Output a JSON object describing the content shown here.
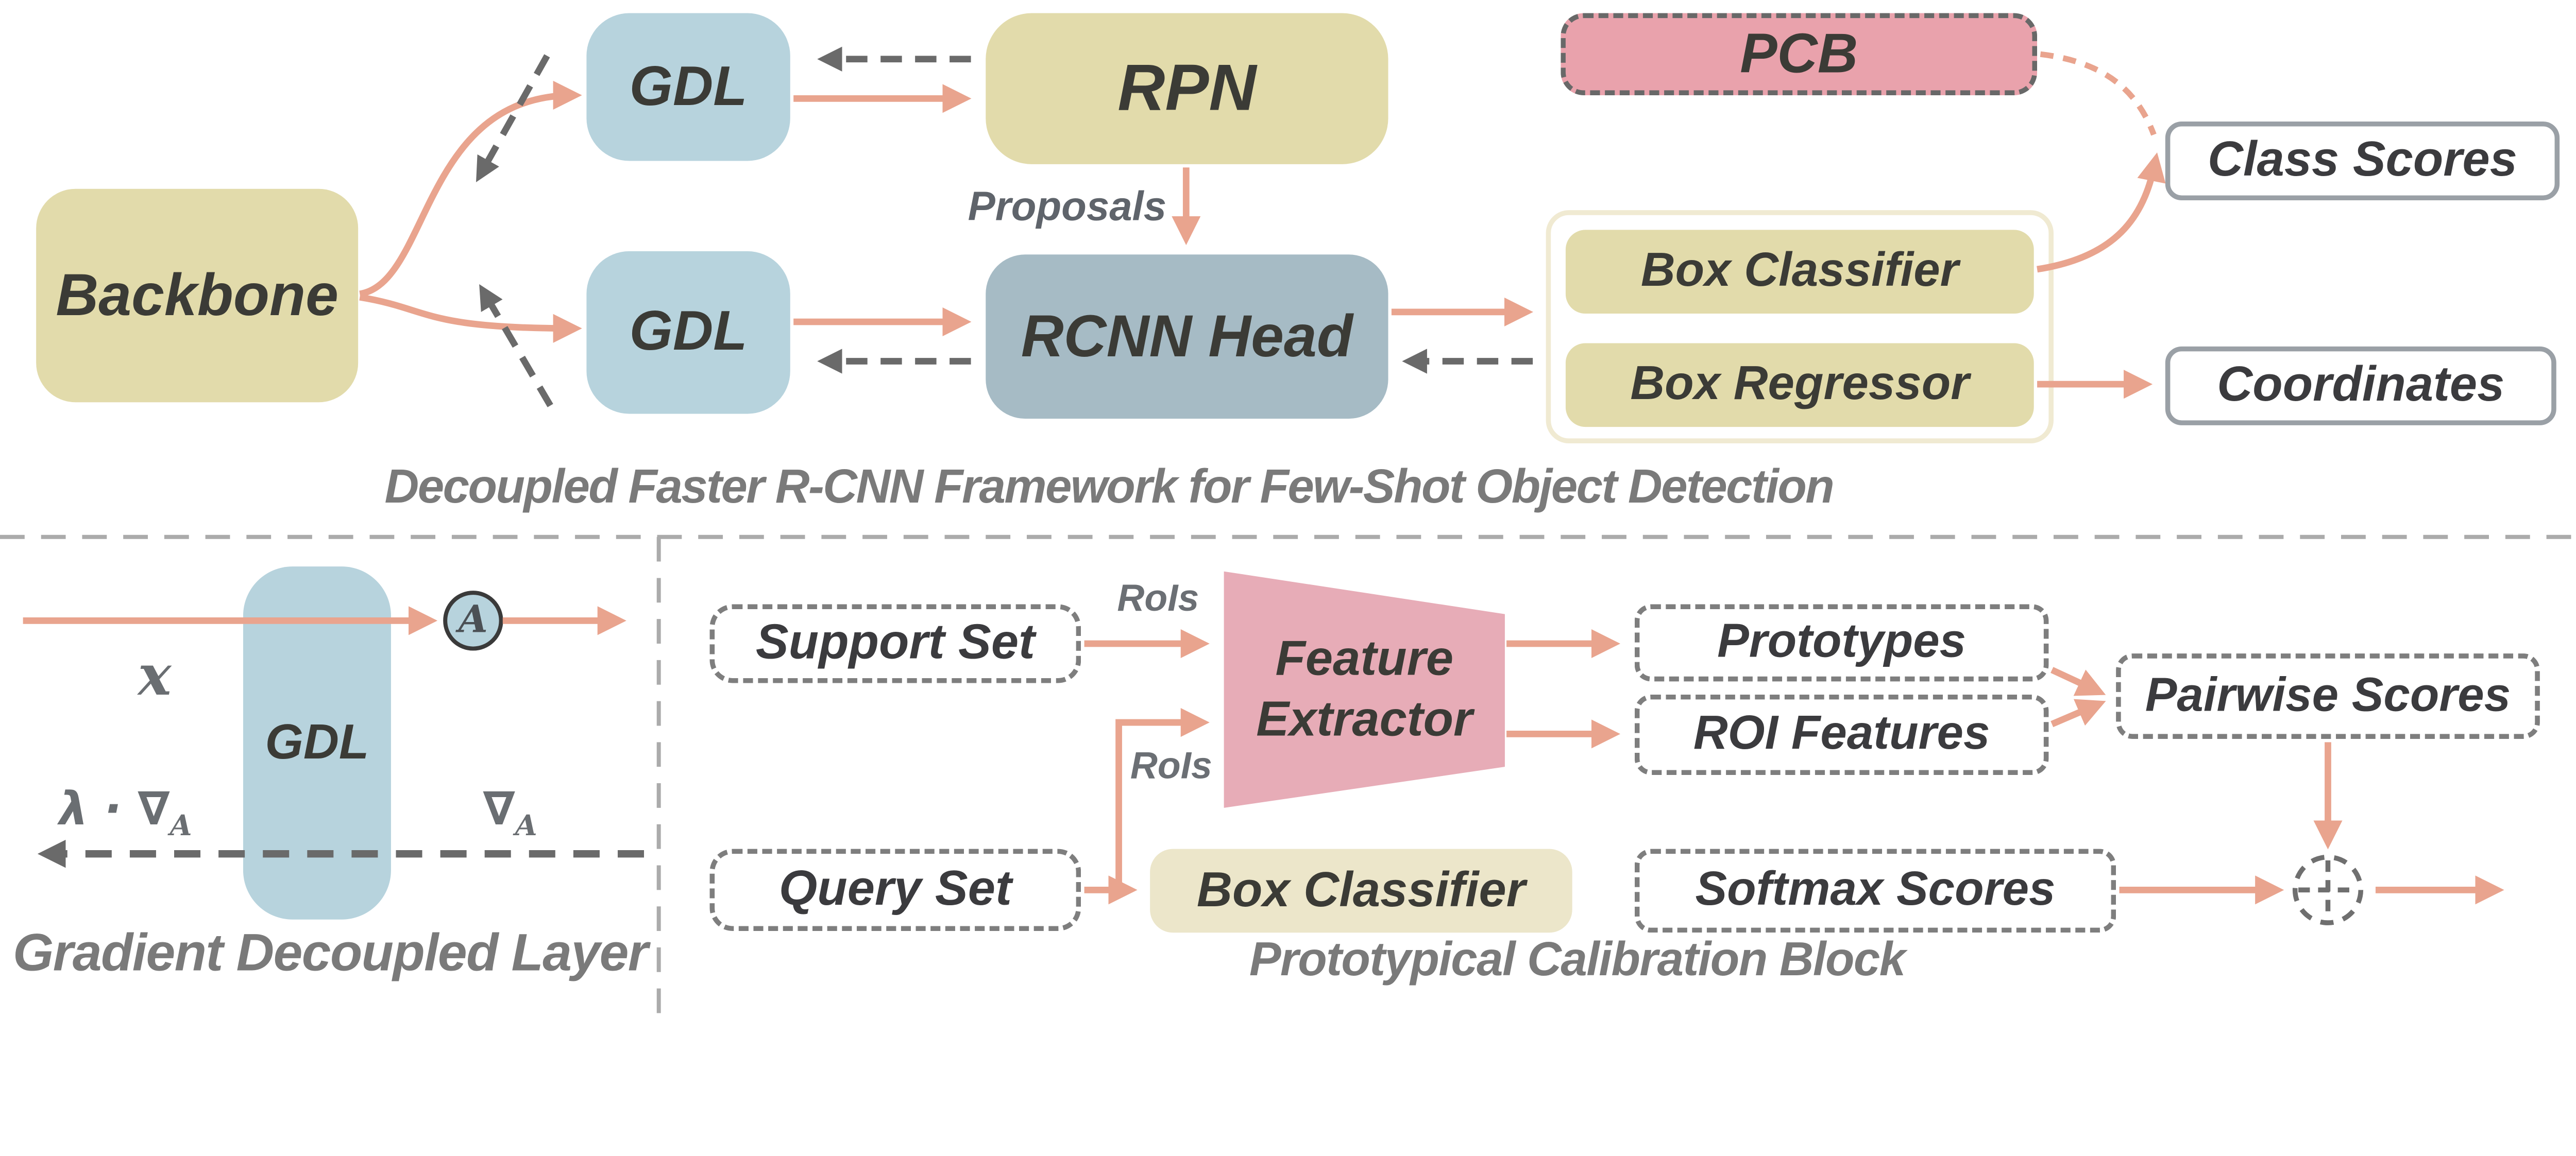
{
  "colors": {
    "tan": "#e2dbab",
    "tan_light": "#ece6ca",
    "blue": "#b7d3dd",
    "slate": "#a6bbc5",
    "pink": "#e9a2ac",
    "pink_light": "#e7acb7",
    "salmon_arrow": "#e9a48e",
    "gray_arrow": "#6a6a6a",
    "divider_gray": "#ababab",
    "label_dark": "#3b3b36",
    "label_gray": "#666b70"
  },
  "framework": {
    "backbone": "Backbone",
    "gdl_top": "GDL",
    "gdl_bottom": "GDL",
    "rpn": "RPN",
    "proposals": "Proposals",
    "rcnn_head": "RCNN Head",
    "pcb": "PCB",
    "box_classifier": "Box Classifier",
    "box_regressor": "Box Regressor",
    "class_scores": "Class Scores",
    "coordinates": "Coordinates",
    "caption": "Decoupled Faster R-CNN Framework for Few-Shot Object Detection"
  },
  "gdl_block": {
    "input": "x",
    "gdl": "GDL",
    "activation": "A",
    "grad_scaled": "λ · ∇",
    "grad_scaled_sub": "A",
    "grad": "∇",
    "grad_sub": "A",
    "caption": "Gradient Decoupled Layer"
  },
  "pcb_block": {
    "support_set": "Support Set",
    "query_set": "Query Set",
    "rois_support": "RoIs",
    "rois_query": "RoIs",
    "feature_extractor_1": "Feature",
    "feature_extractor_2": "Extractor",
    "box_classifier": "Box Classifier",
    "prototypes": "Prototypes",
    "roi_features": "ROI Features",
    "pairwise_scores": "Pairwise Scores",
    "softmax_scores": "Softmax Scores",
    "caption": "Prototypical Calibration Block"
  }
}
